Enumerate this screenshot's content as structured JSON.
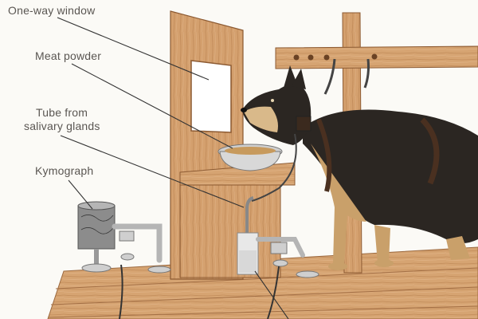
{
  "labels": {
    "one_way_window": "One-way window",
    "meat_powder": "Meat powder",
    "tube_line1": "Tube from",
    "tube_line2": "salivary glands",
    "kymograph": "Kymograph"
  },
  "colors": {
    "wood_light": "#d9a878",
    "wood_mid": "#c88e5c",
    "wood_dark": "#a8693e",
    "dog_black": "#2b2622",
    "dog_tan": "#c9a06a",
    "metal": "#bdbdbd",
    "leader_line": "#333333"
  }
}
